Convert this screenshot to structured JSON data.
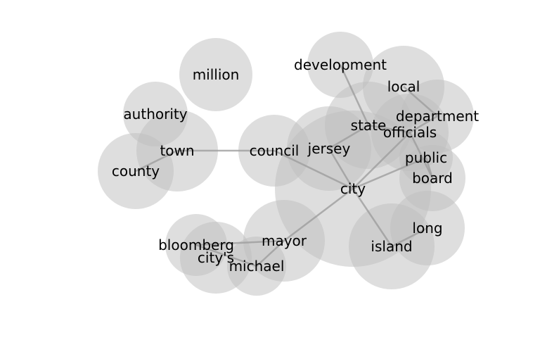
{
  "nodes": [
    {
      "id": "city",
      "label": "city"
    },
    {
      "id": "jersey",
      "label": "jersey"
    },
    {
      "id": "state",
      "label": "state"
    },
    {
      "id": "officials",
      "label": "officials"
    },
    {
      "id": "department",
      "label": "department"
    },
    {
      "id": "local",
      "label": "local"
    },
    {
      "id": "development",
      "label": "development"
    },
    {
      "id": "public",
      "label": "public"
    },
    {
      "id": "board",
      "label": "board"
    },
    {
      "id": "council",
      "label": "council"
    },
    {
      "id": "town",
      "label": "town"
    },
    {
      "id": "county",
      "label": "county"
    },
    {
      "id": "authority",
      "label": "authority"
    },
    {
      "id": "million",
      "label": "million"
    },
    {
      "id": "mayor",
      "label": "mayor"
    },
    {
      "id": "bloomberg",
      "label": "bloomberg"
    },
    {
      "id": "citys",
      "label": "city's"
    },
    {
      "id": "michael",
      "label": "michael"
    },
    {
      "id": "island",
      "label": "island"
    },
    {
      "id": "long",
      "label": "long"
    }
  ],
  "edges": [
    [
      "city",
      "jersey"
    ],
    [
      "city",
      "council"
    ],
    [
      "city",
      "mayor"
    ],
    [
      "city",
      "island"
    ],
    [
      "city",
      "public"
    ],
    [
      "city",
      "officials"
    ],
    [
      "jersey",
      "state"
    ],
    [
      "state",
      "officials"
    ],
    [
      "state",
      "development"
    ],
    [
      "local",
      "department"
    ],
    [
      "department",
      "officials"
    ],
    [
      "public",
      "board"
    ],
    [
      "officials",
      "board"
    ],
    [
      "council",
      "town"
    ],
    [
      "town",
      "county"
    ],
    [
      "mayor",
      "bloomberg"
    ],
    [
      "mayor",
      "michael"
    ],
    [
      "bloomberg",
      "michael"
    ],
    [
      "island",
      "long"
    ]
  ]
}
